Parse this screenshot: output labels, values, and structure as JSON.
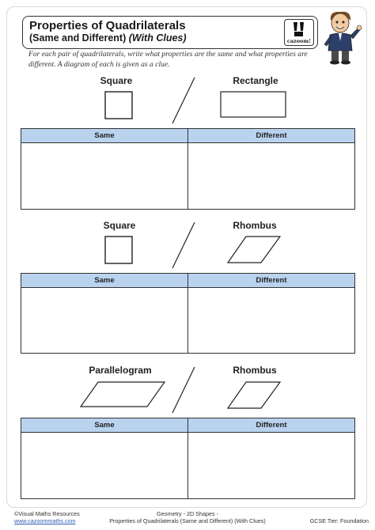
{
  "header": {
    "title_line1": "Properties of Quadrilaterals",
    "title_line2_main": "(Same and Different)",
    "title_line2_clues": "(With Clues)",
    "logo_text": "cazoom!"
  },
  "instructions": "For each pair of quadrilaterals, write what properties are the same and what properties are different. A diagram of each is given as a clue.",
  "pairs": [
    {
      "left": "Square",
      "right": "Rectangle",
      "same_label": "Same",
      "different_label": "Different"
    },
    {
      "left": "Square",
      "right": "Rhombus",
      "same_label": "Same",
      "different_label": "Different"
    },
    {
      "left": "Parallelogram",
      "right": "Rhombus",
      "same_label": "Same",
      "different_label": "Different"
    }
  ],
  "footer": {
    "copyright": "©Visual Maths Resources",
    "website": "www.cazoommaths.com",
    "topic_line1": "Geometry - 2D Shapes -",
    "topic_line2": "Properties of Quadrilaterals (Same and Different) (With Clues)",
    "tier": "GCSE Tier: Foundation"
  },
  "colors": {
    "table_header": "#b9d3ef",
    "link": "#2a5db0",
    "mascot_jacket": "#2d3f6b",
    "mascot_hair": "#7a4a1e"
  }
}
